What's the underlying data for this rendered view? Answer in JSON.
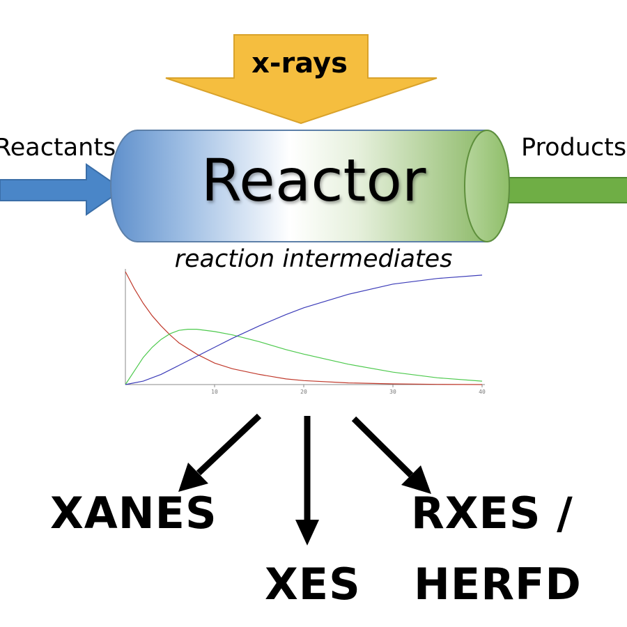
{
  "labels": {
    "xrays": "x-rays",
    "reactants": "Reactants",
    "products": "Products",
    "reactor": "Reactor",
    "intermediates": "reaction intermediates"
  },
  "techniques": {
    "xanes": "XANES",
    "xes": "XES",
    "rxes": "RXES /",
    "herfd": "HERFD"
  },
  "colors": {
    "xrays_arrow": "#F5BE3F",
    "reactant_arrow": "#4A86C8",
    "product_arrow": "#6FAE45",
    "curve_red": "#C0392B",
    "curve_green": "#4CC94C",
    "curve_blue": "#3B3BB8"
  },
  "chart_data": {
    "type": "line",
    "xlim": [
      0,
      40
    ],
    "x_ticks": [
      "10",
      "20",
      "30",
      "40"
    ],
    "series": [
      {
        "color": "#C0392B",
        "x": [
          0,
          1,
          2,
          3,
          4,
          5,
          6,
          8,
          10,
          12,
          15,
          18,
          20,
          25,
          30,
          35,
          40
        ],
        "y": [
          1.0,
          0.85,
          0.72,
          0.61,
          0.52,
          0.44,
          0.37,
          0.27,
          0.19,
          0.14,
          0.09,
          0.05,
          0.035,
          0.015,
          0.006,
          0.002,
          0.0
        ]
      },
      {
        "color": "#4CC94C",
        "x": [
          0,
          1,
          2,
          3,
          4,
          5,
          6,
          7,
          8,
          10,
          12,
          15,
          18,
          20,
          25,
          30,
          35,
          40
        ],
        "y": [
          0.0,
          0.12,
          0.24,
          0.33,
          0.4,
          0.45,
          0.48,
          0.49,
          0.49,
          0.47,
          0.44,
          0.38,
          0.31,
          0.27,
          0.18,
          0.11,
          0.06,
          0.03
        ]
      },
      {
        "color": "#3B3BB8",
        "x": [
          0,
          2,
          4,
          6,
          8,
          10,
          12,
          15,
          18,
          20,
          25,
          30,
          35,
          40
        ],
        "y": [
          0.0,
          0.03,
          0.09,
          0.17,
          0.25,
          0.33,
          0.41,
          0.52,
          0.62,
          0.68,
          0.8,
          0.89,
          0.94,
          0.97
        ]
      }
    ]
  }
}
